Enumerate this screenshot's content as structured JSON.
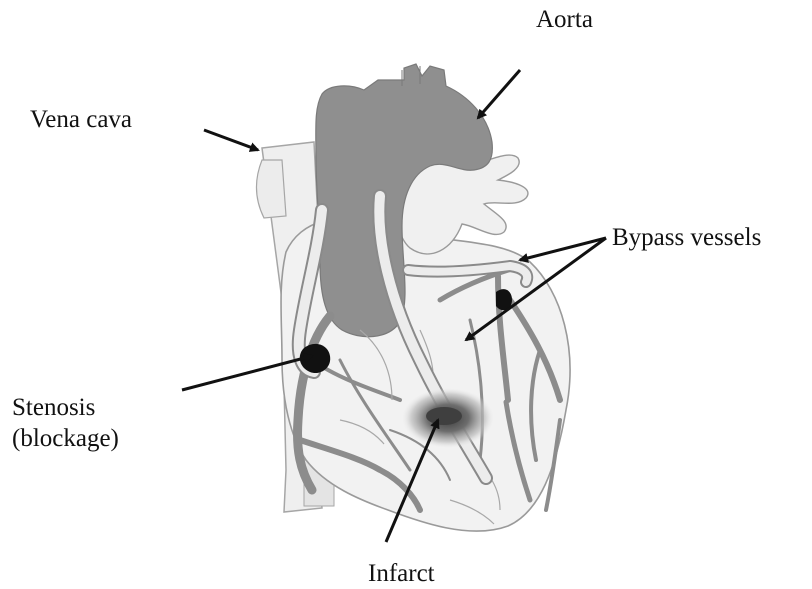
{
  "labels": {
    "aorta": "Aorta",
    "vena_cava": "Vena cava",
    "bypass_vessels": "Bypass vessels",
    "stenosis_line1": "Stenosis",
    "stenosis_line2": "(blockage)",
    "infarct": "Infarct"
  },
  "colors": {
    "aorta_fill": "#8f8f8f",
    "heart_fill": "#f1f1f1",
    "outline": "#9a9a9a",
    "vessel": "#8c8c8c",
    "bypass_graft": "#e9e9e9",
    "blockage": "#111111",
    "infarct_core": "#4a4a4a",
    "arrow": "#111111",
    "text": "#111111"
  }
}
